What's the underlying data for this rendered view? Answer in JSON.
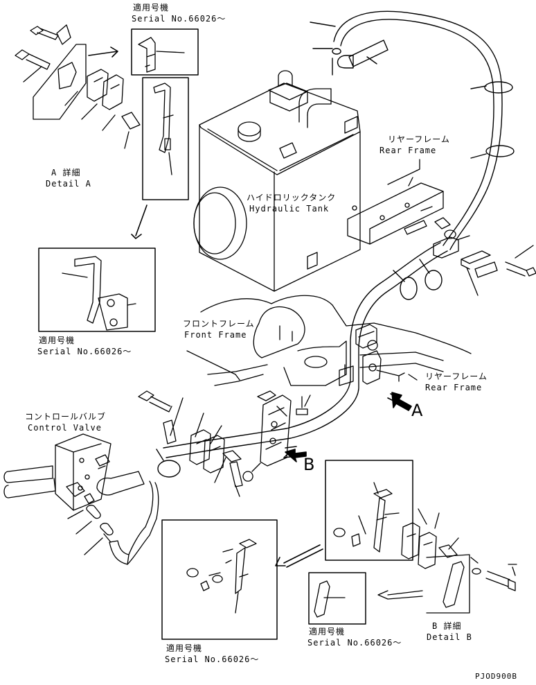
{
  "labels": {
    "serial_top_jp": "適用号機",
    "serial_top_en": "Serial No.66026～",
    "detail_a_jp": "A 詳細",
    "detail_a_en": "Detail A",
    "serial_mid_jp": "適用号機",
    "serial_mid_en": "Serial No.66026～",
    "rear_frame_top_jp": "リヤーフレーム",
    "rear_frame_top_en": "Rear Frame",
    "tank_jp": "ハイドロリックタンク",
    "tank_en": "Hydraulic Tank",
    "front_frame_jp": "フロントフレーム",
    "front_frame_en": "Front Frame",
    "rear_frame_mid_jp": "リヤーフレーム",
    "rear_frame_mid_en": "Rear Frame",
    "control_valve_jp": "コントロールバルブ",
    "control_valve_en": "Control Valve",
    "arrow_a": "A",
    "arrow_b": "B",
    "serial_bottom_jp": "適用号機",
    "serial_bottom_en": "Serial No.66026～",
    "serial_bottom_right_jp": "適用号機",
    "serial_bottom_right_en": "Serial No.66026～",
    "detail_b_jp": "B 詳細",
    "detail_b_en": "Detail B",
    "drawing_id": "PJOD900B"
  }
}
